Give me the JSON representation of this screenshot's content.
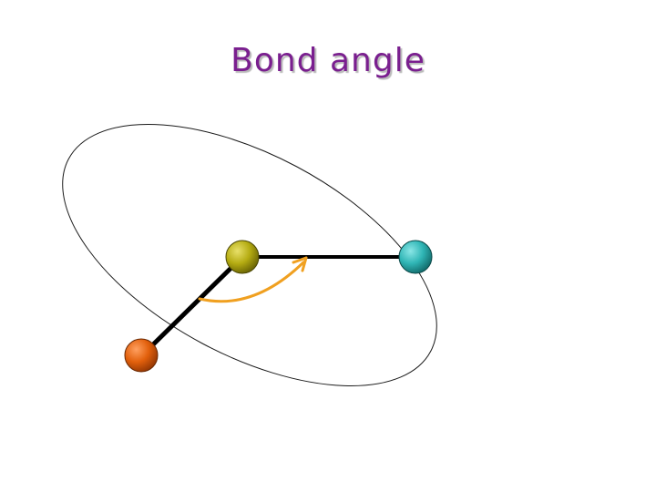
{
  "title": "Bond angle",
  "colors": {
    "title": "#7a1f8f",
    "bond": "#000000",
    "angle_arrow": "#f0a020",
    "orbit": "#1a1a1a",
    "atom_center": "#b5ac12",
    "atom_left": "#e2600c",
    "atom_right": "#2fb5b5"
  },
  "atoms": [
    {
      "name": "center-atom",
      "color_key": "atom_center"
    },
    {
      "name": "left-atom",
      "color_key": "atom_left"
    },
    {
      "name": "right-atom",
      "color_key": "atom_right"
    }
  ]
}
